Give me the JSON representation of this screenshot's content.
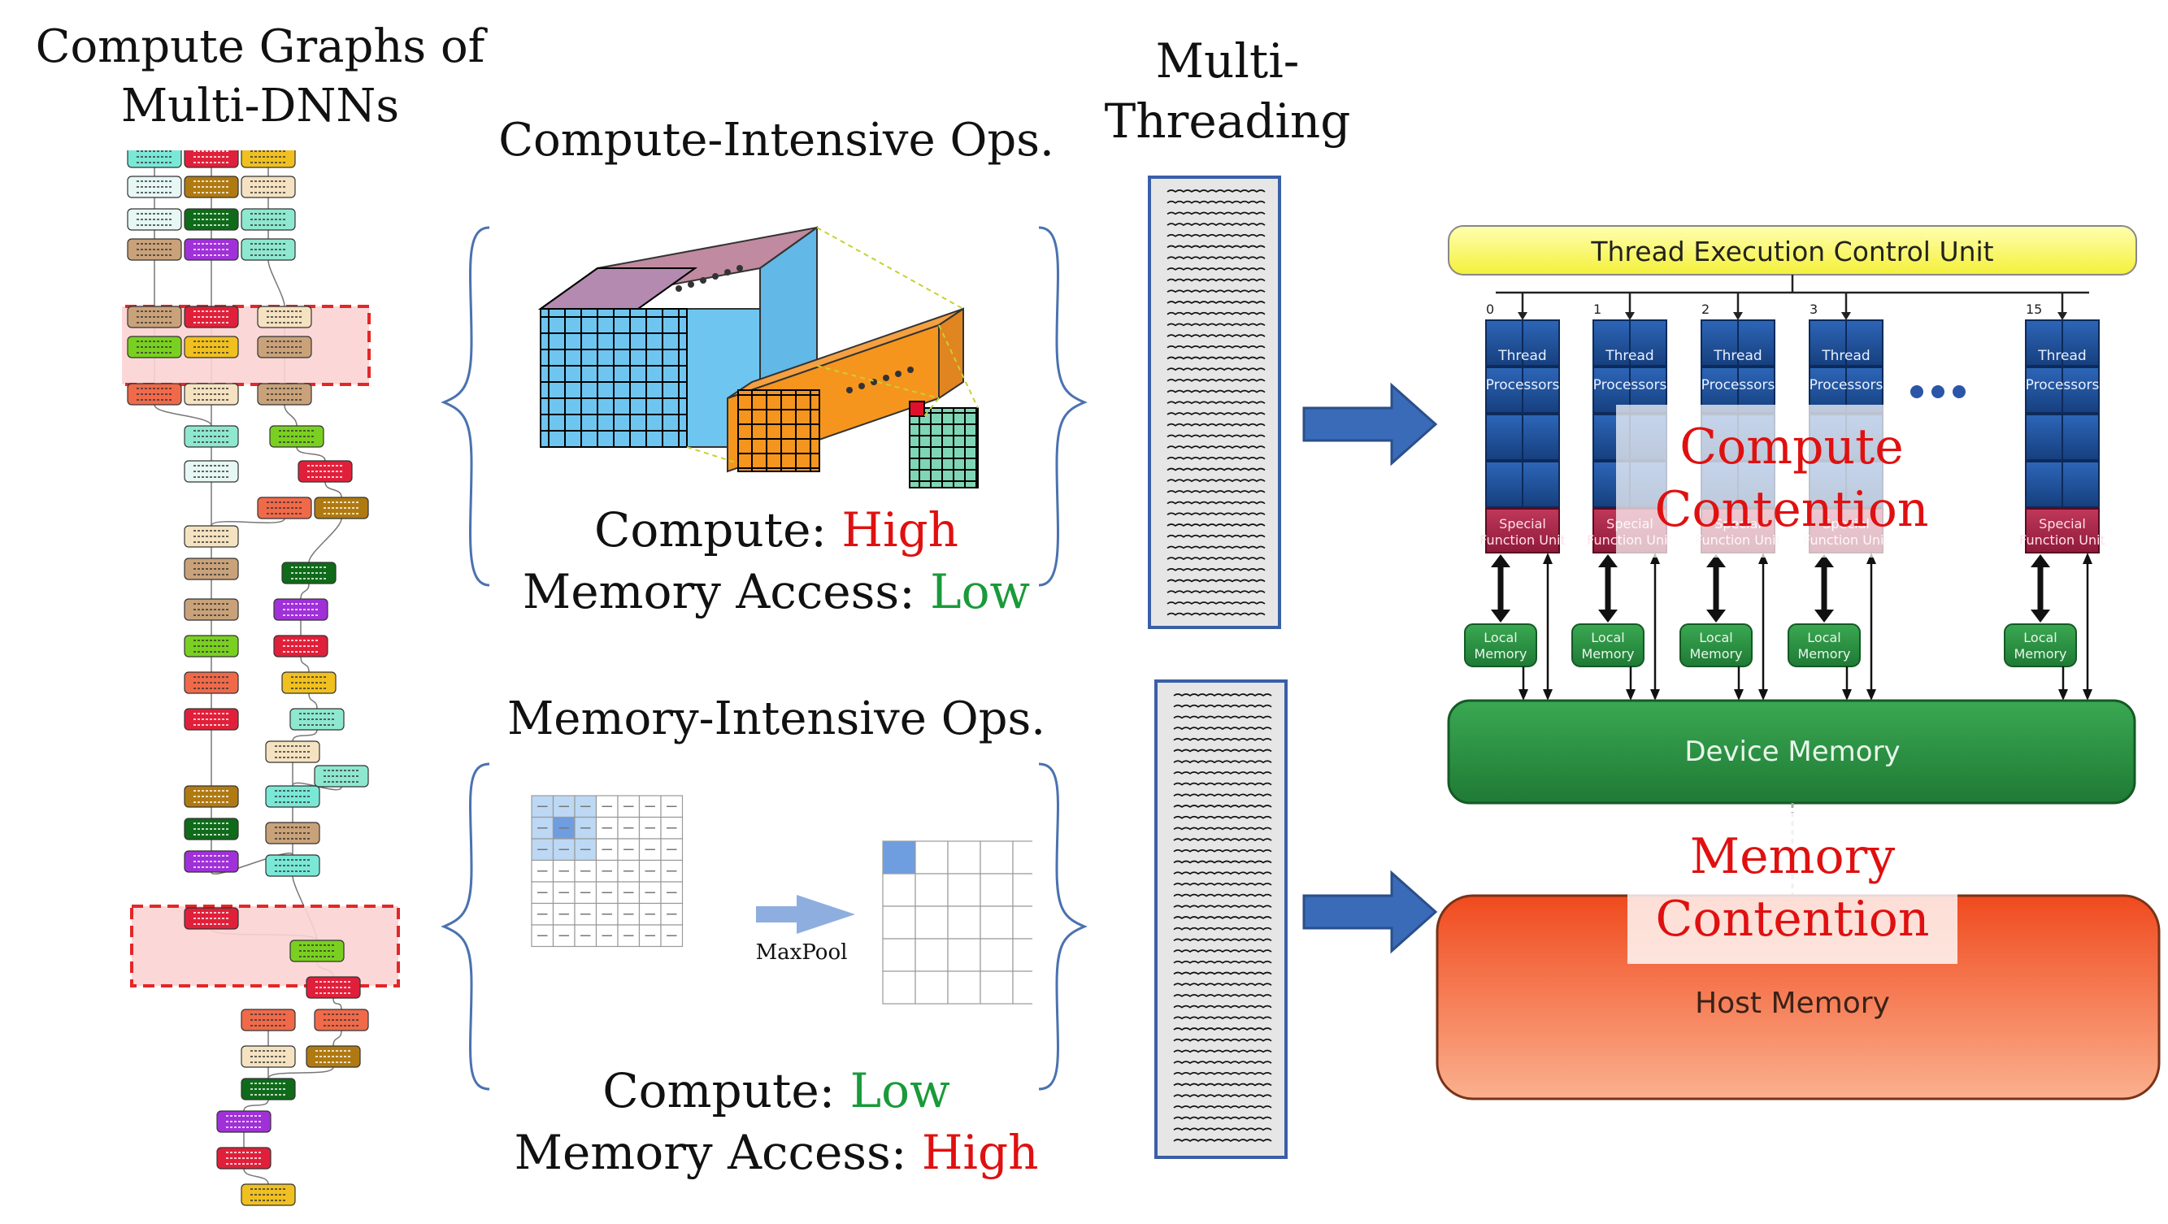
{
  "left_title": {
    "line1": "Compute Graphs of",
    "line2": "Multi-DNNs"
  },
  "compute_ops": {
    "title": "Compute-Intensive Ops.",
    "compute_prefix": "Compute: ",
    "compute_value": "High",
    "memory_prefix": "Memory Access: ",
    "memory_value": "Low"
  },
  "memory_ops": {
    "title": "Memory-Intensive Ops.",
    "op_label": "MaxPool",
    "compute_prefix": "Compute: ",
    "compute_value": "Low",
    "memory_prefix": "Memory Access: ",
    "memory_value": "High"
  },
  "threading": {
    "line1": "Multi-",
    "line2": "Threading"
  },
  "gpu": {
    "control_unit": "Thread Execution Control Unit",
    "sm_indices": [
      "0",
      "1",
      "2",
      "3",
      "15"
    ],
    "thread_label": "Thread",
    "processors_label": "Processors",
    "sfu_line1": "Special",
    "sfu_line2": "Function Unit",
    "local_mem_line1": "Local",
    "local_mem_line2": "Memory",
    "device_memory": "Device Memory",
    "host_memory": "Host Memory"
  },
  "contention": {
    "compute_line1": "Compute",
    "compute_line2": "Contention",
    "memory_line1": "Memory",
    "memory_line2": "Contention"
  },
  "colors": {
    "accent_red": "#e01010",
    "accent_green": "#1a9a3a",
    "control_unit_fill": "#ffff66",
    "device_memory_fill": "#2f9e45",
    "host_memory_fill": "#f26a3a",
    "arrow_blue": "#3a6bb8"
  }
}
